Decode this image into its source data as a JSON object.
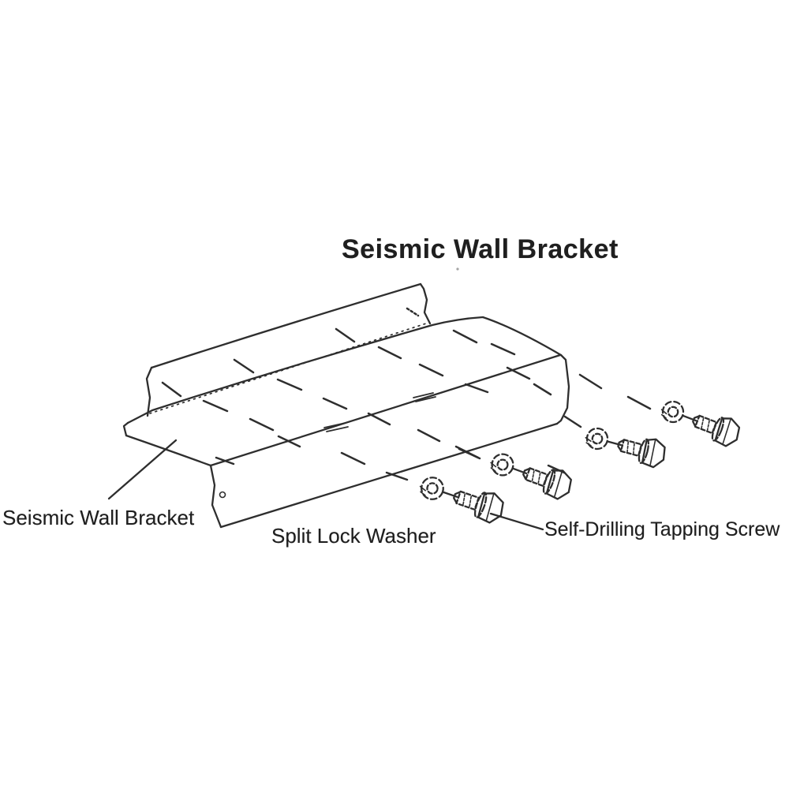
{
  "diagram": {
    "title": "Seismic Wall Bracket",
    "labels": {
      "bracket": "Seismic Wall Bracket",
      "washer": "Split Lock Washer",
      "screw": "Self-Drilling Tapping Screw"
    },
    "parts": {
      "bracket_count": 1,
      "washer_count": 4,
      "screw_count": 4
    },
    "style": "scanned black-ink line drawing, exploded isometric view",
    "colors": {
      "ink": "#1f1f1f",
      "line": "#2e2e2e",
      "background": "#ffffff"
    }
  }
}
